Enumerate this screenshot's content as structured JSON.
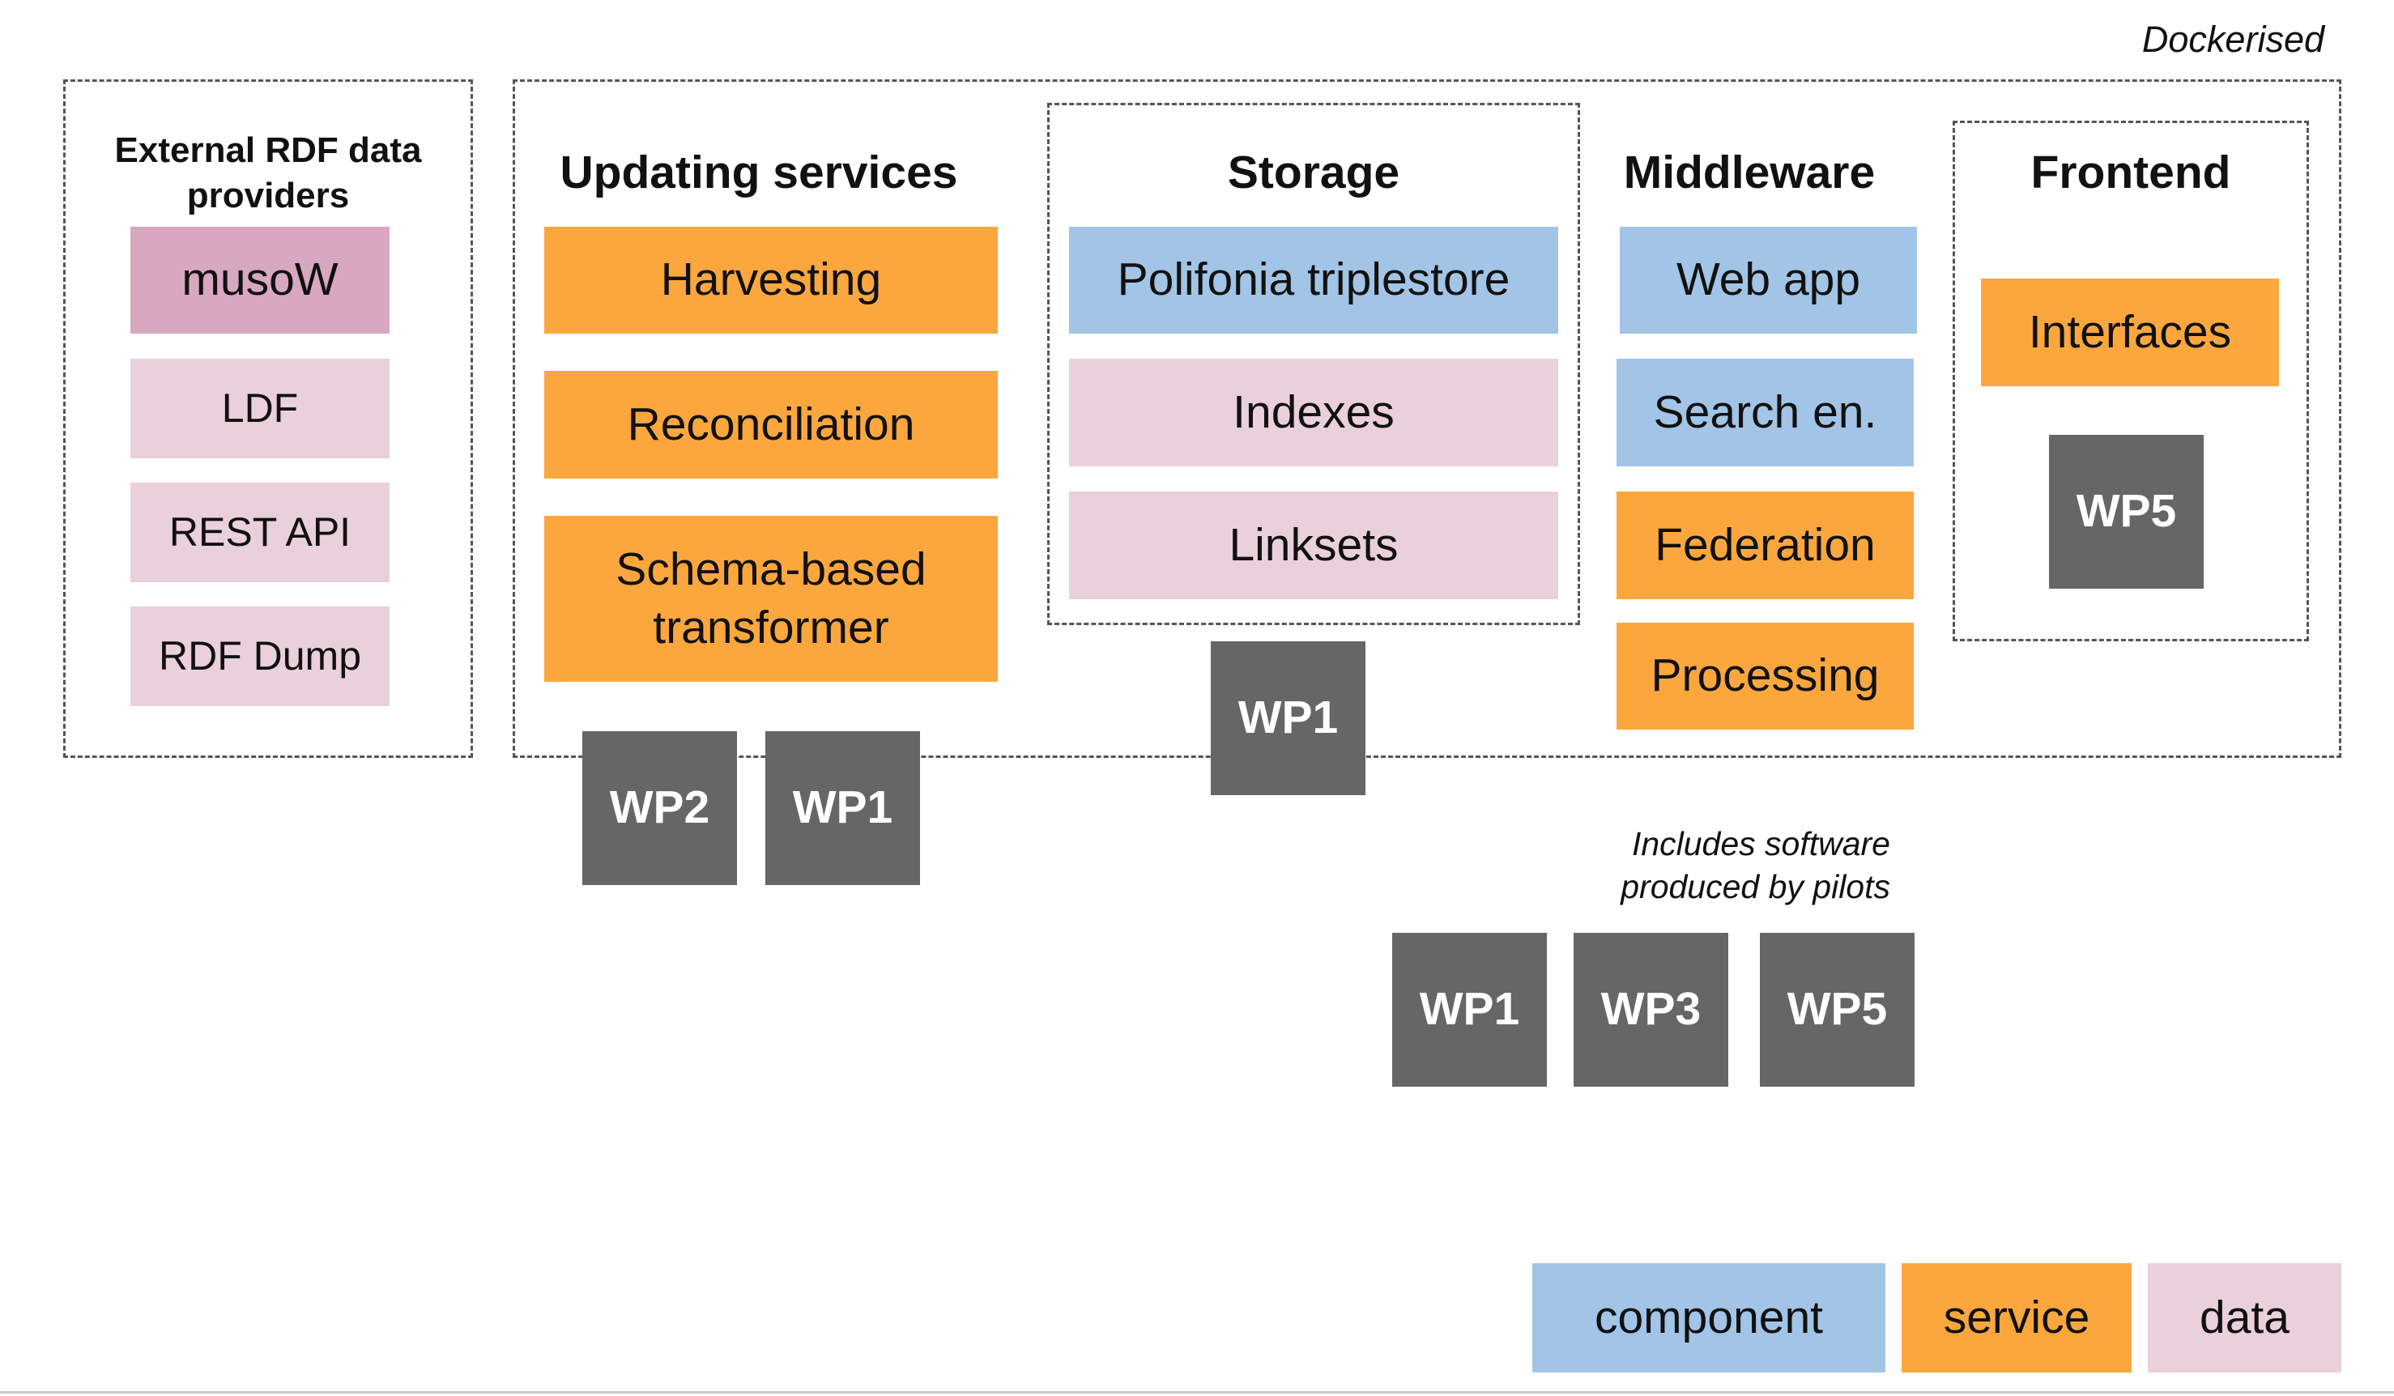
{
  "dockerised_label": "Dockerised",
  "external": {
    "title_line1": "External RDF data",
    "title_line2": "providers",
    "items": [
      "musoW",
      "LDF",
      "REST API",
      "RDF Dump"
    ]
  },
  "updating": {
    "title": "Updating services",
    "harvesting": "Harvesting",
    "reconciliation": "Reconciliation",
    "schema_line1": "Schema-based",
    "schema_line2": "transformer"
  },
  "storage": {
    "title": "Storage",
    "triplestore": "Polifonia triplestore",
    "indexes": "Indexes",
    "linksets": "Linksets"
  },
  "middleware": {
    "title": "Middleware",
    "webapp": "Web app",
    "search": "Search en.",
    "federation": "Federation",
    "processing": "Processing"
  },
  "frontend": {
    "title": "Frontend",
    "interfaces": "Interfaces"
  },
  "wp": {
    "frontend": "WP5",
    "updating_a": "WP2",
    "updating_b": "WP1",
    "storage": "WP1",
    "pilots_a": "WP1",
    "pilots_b": "WP3",
    "pilots_c": "WP5"
  },
  "pilots_note_line1": "Includes software",
  "pilots_note_line2": "produced by pilots",
  "legend": {
    "component": "component",
    "service": "service",
    "data": "data"
  },
  "colors": {
    "service": "#fba73e",
    "component": "#a2c4e6",
    "data": "#e9d0db",
    "musow": "#d8a7c0",
    "wp": "#666666"
  }
}
